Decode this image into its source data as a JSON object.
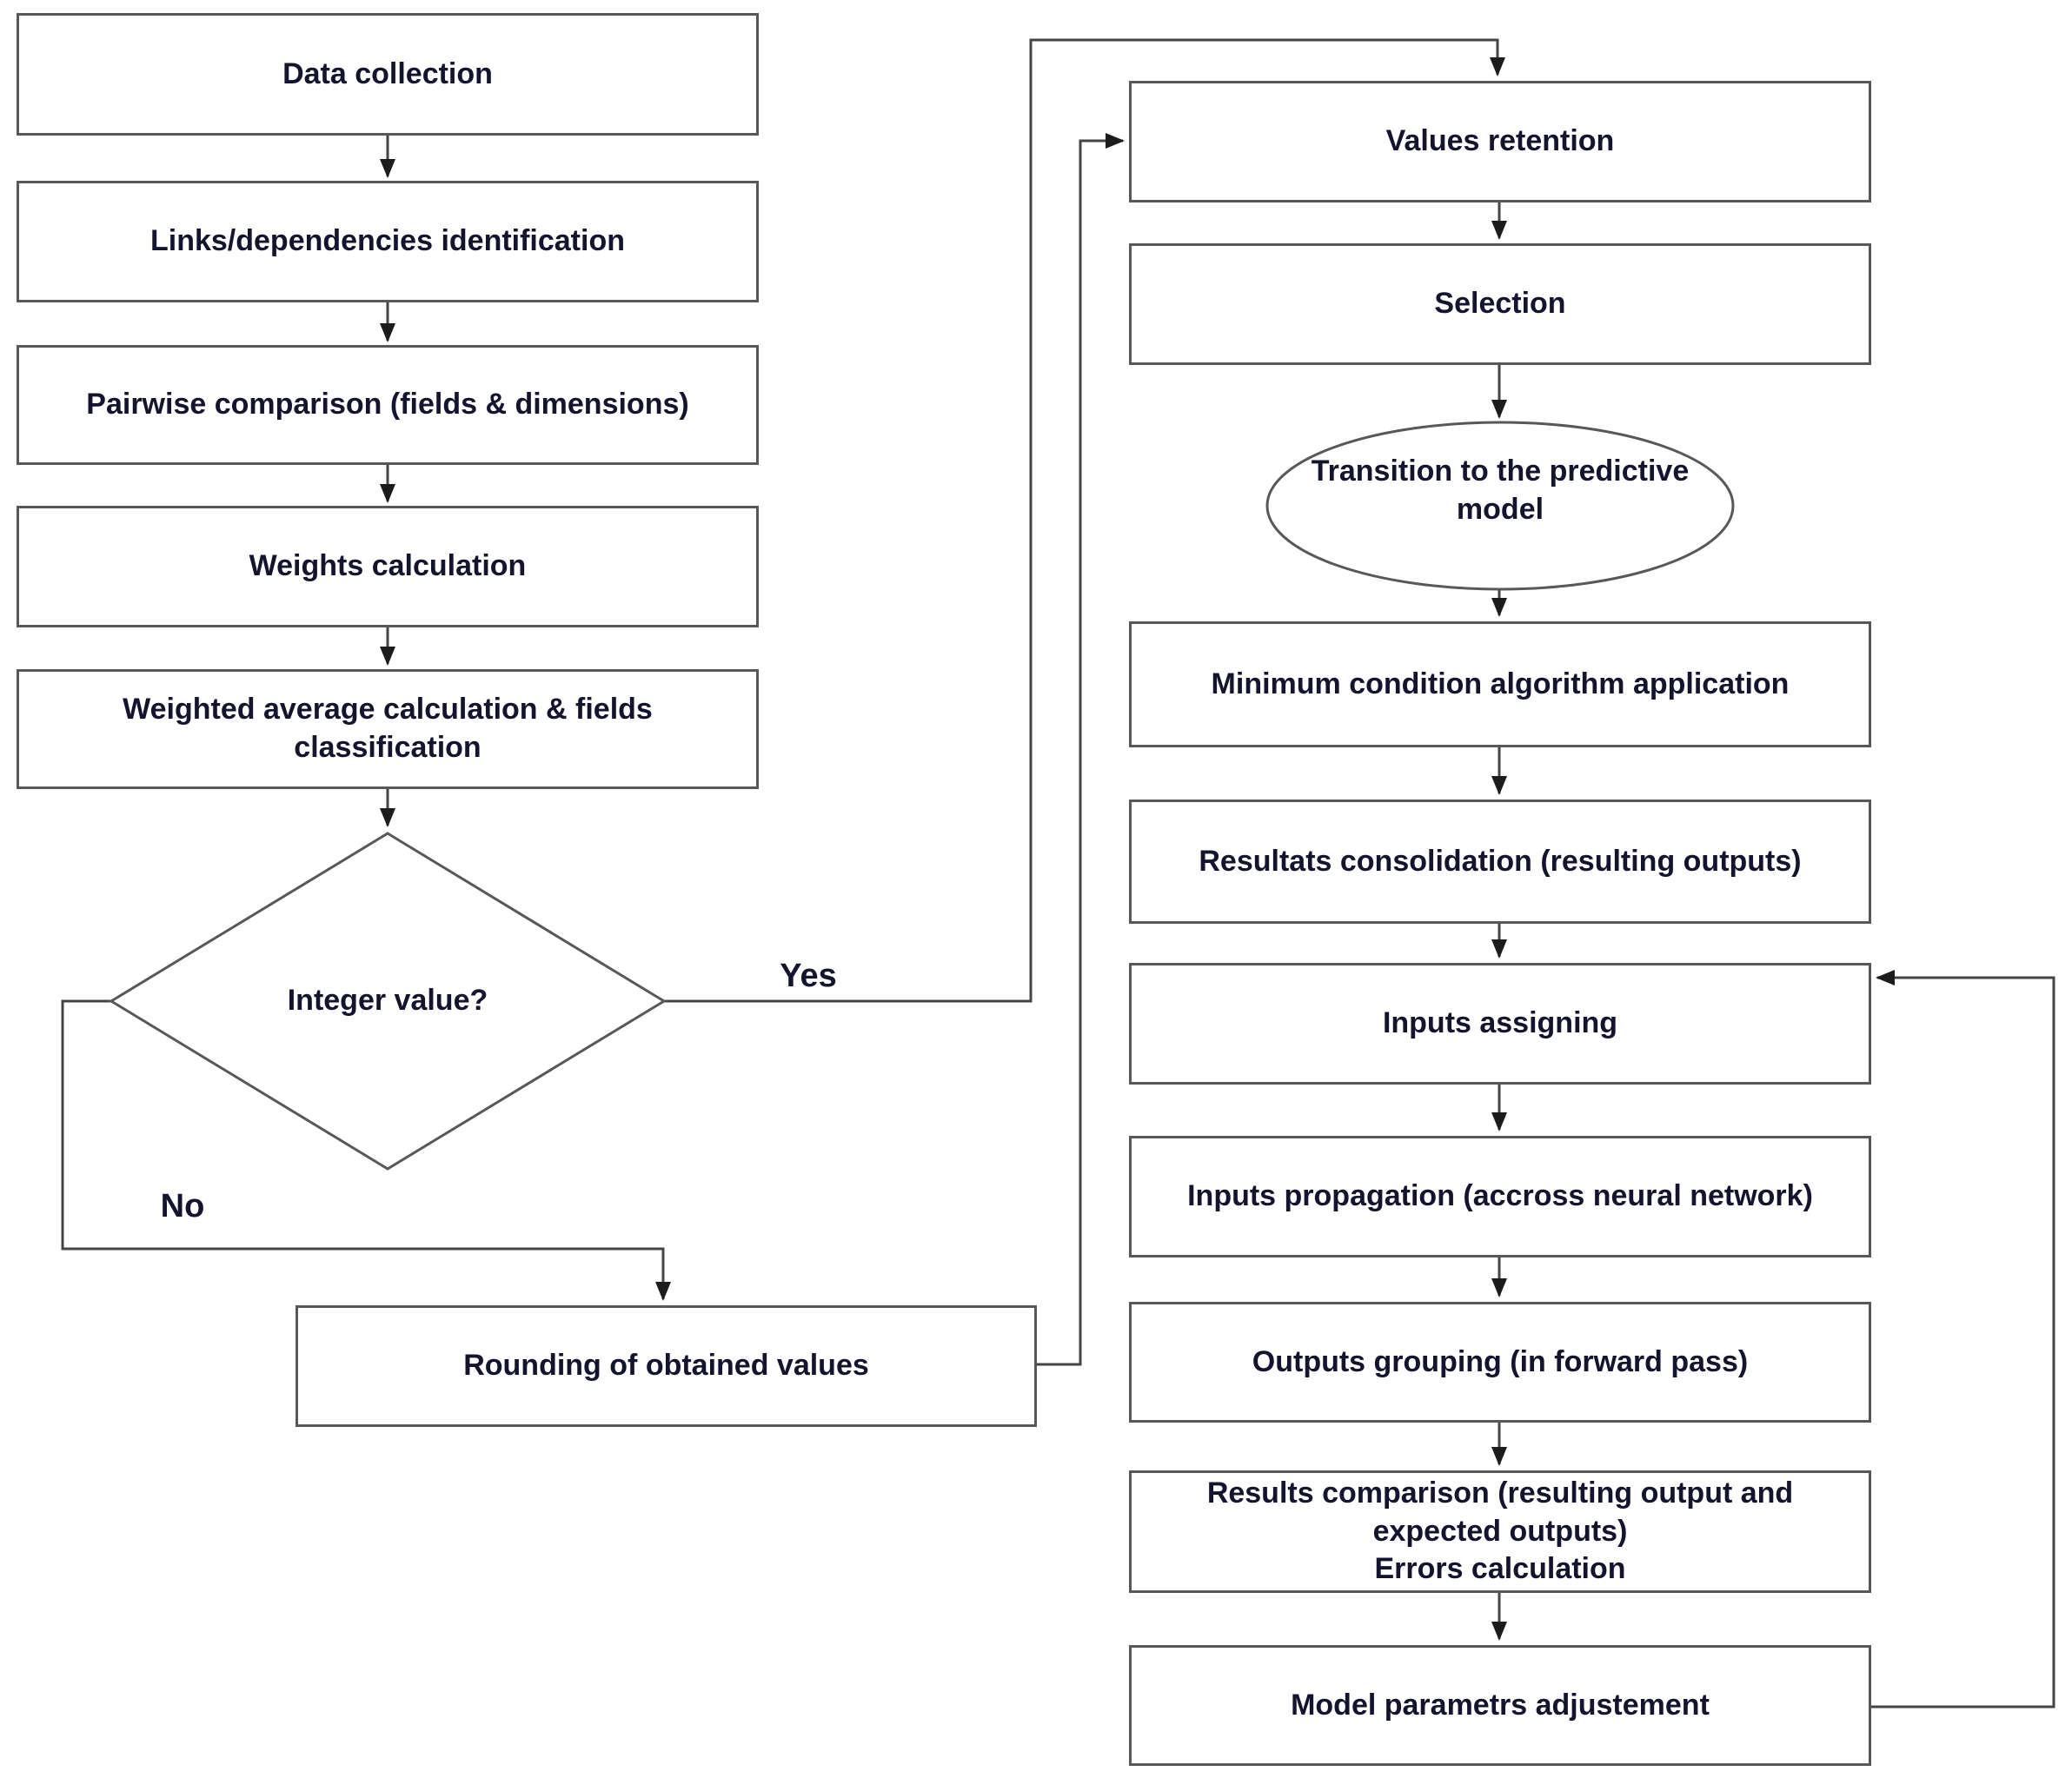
{
  "theme": {
    "bg": "#ffffff",
    "line": "#454545",
    "border": "#57585a",
    "text": "#14142e",
    "arrow": "#1c1c1c"
  },
  "diagram": {
    "type": "flowchart",
    "nodes": [
      {
        "id": "data-collection",
        "type": "process",
        "label": "Data collection"
      },
      {
        "id": "links-dependencies",
        "type": "process",
        "label": "Links/dependencies identification"
      },
      {
        "id": "pairwise-comparison",
        "type": "process",
        "label": "Pairwise comparison (fields & dimensions)"
      },
      {
        "id": "weights-calculation",
        "type": "process",
        "label": "Weights calculation"
      },
      {
        "id": "weighted-average",
        "type": "process",
        "label": [
          "Weighted average calculation & fields",
          "classification"
        ]
      },
      {
        "id": "integer-value",
        "type": "decision",
        "label": "Integer value?"
      },
      {
        "id": "rounding",
        "type": "process",
        "label": "Rounding of obtained values"
      },
      {
        "id": "values-retention",
        "type": "process",
        "label": "Values retention"
      },
      {
        "id": "selection",
        "type": "process",
        "label": "Selection"
      },
      {
        "id": "transition-predictive-model",
        "type": "terminator",
        "label": [
          "Transition to the predictive",
          "model"
        ]
      },
      {
        "id": "minimum-condition",
        "type": "process",
        "label": "Minimum condition algorithm application"
      },
      {
        "id": "resultats-consolidation",
        "type": "process",
        "label": "Resultats consolidation (resulting outputs)"
      },
      {
        "id": "inputs-assigning",
        "type": "process",
        "label": "Inputs assigning"
      },
      {
        "id": "inputs-propagation",
        "type": "process",
        "label": "Inputs propagation (accross neural network)"
      },
      {
        "id": "outputs-grouping",
        "type": "process",
        "label": "Outputs grouping (in forward pass)"
      },
      {
        "id": "results-comparison",
        "type": "process",
        "label": [
          "Results comparison (resulting output and",
          "expected outputs)",
          "Errors calculation"
        ]
      },
      {
        "id": "model-parametrs",
        "type": "process",
        "label": "Model parametrs adjustement"
      }
    ],
    "edge_labels": {
      "yes": "Yes",
      "no": "No"
    }
  }
}
